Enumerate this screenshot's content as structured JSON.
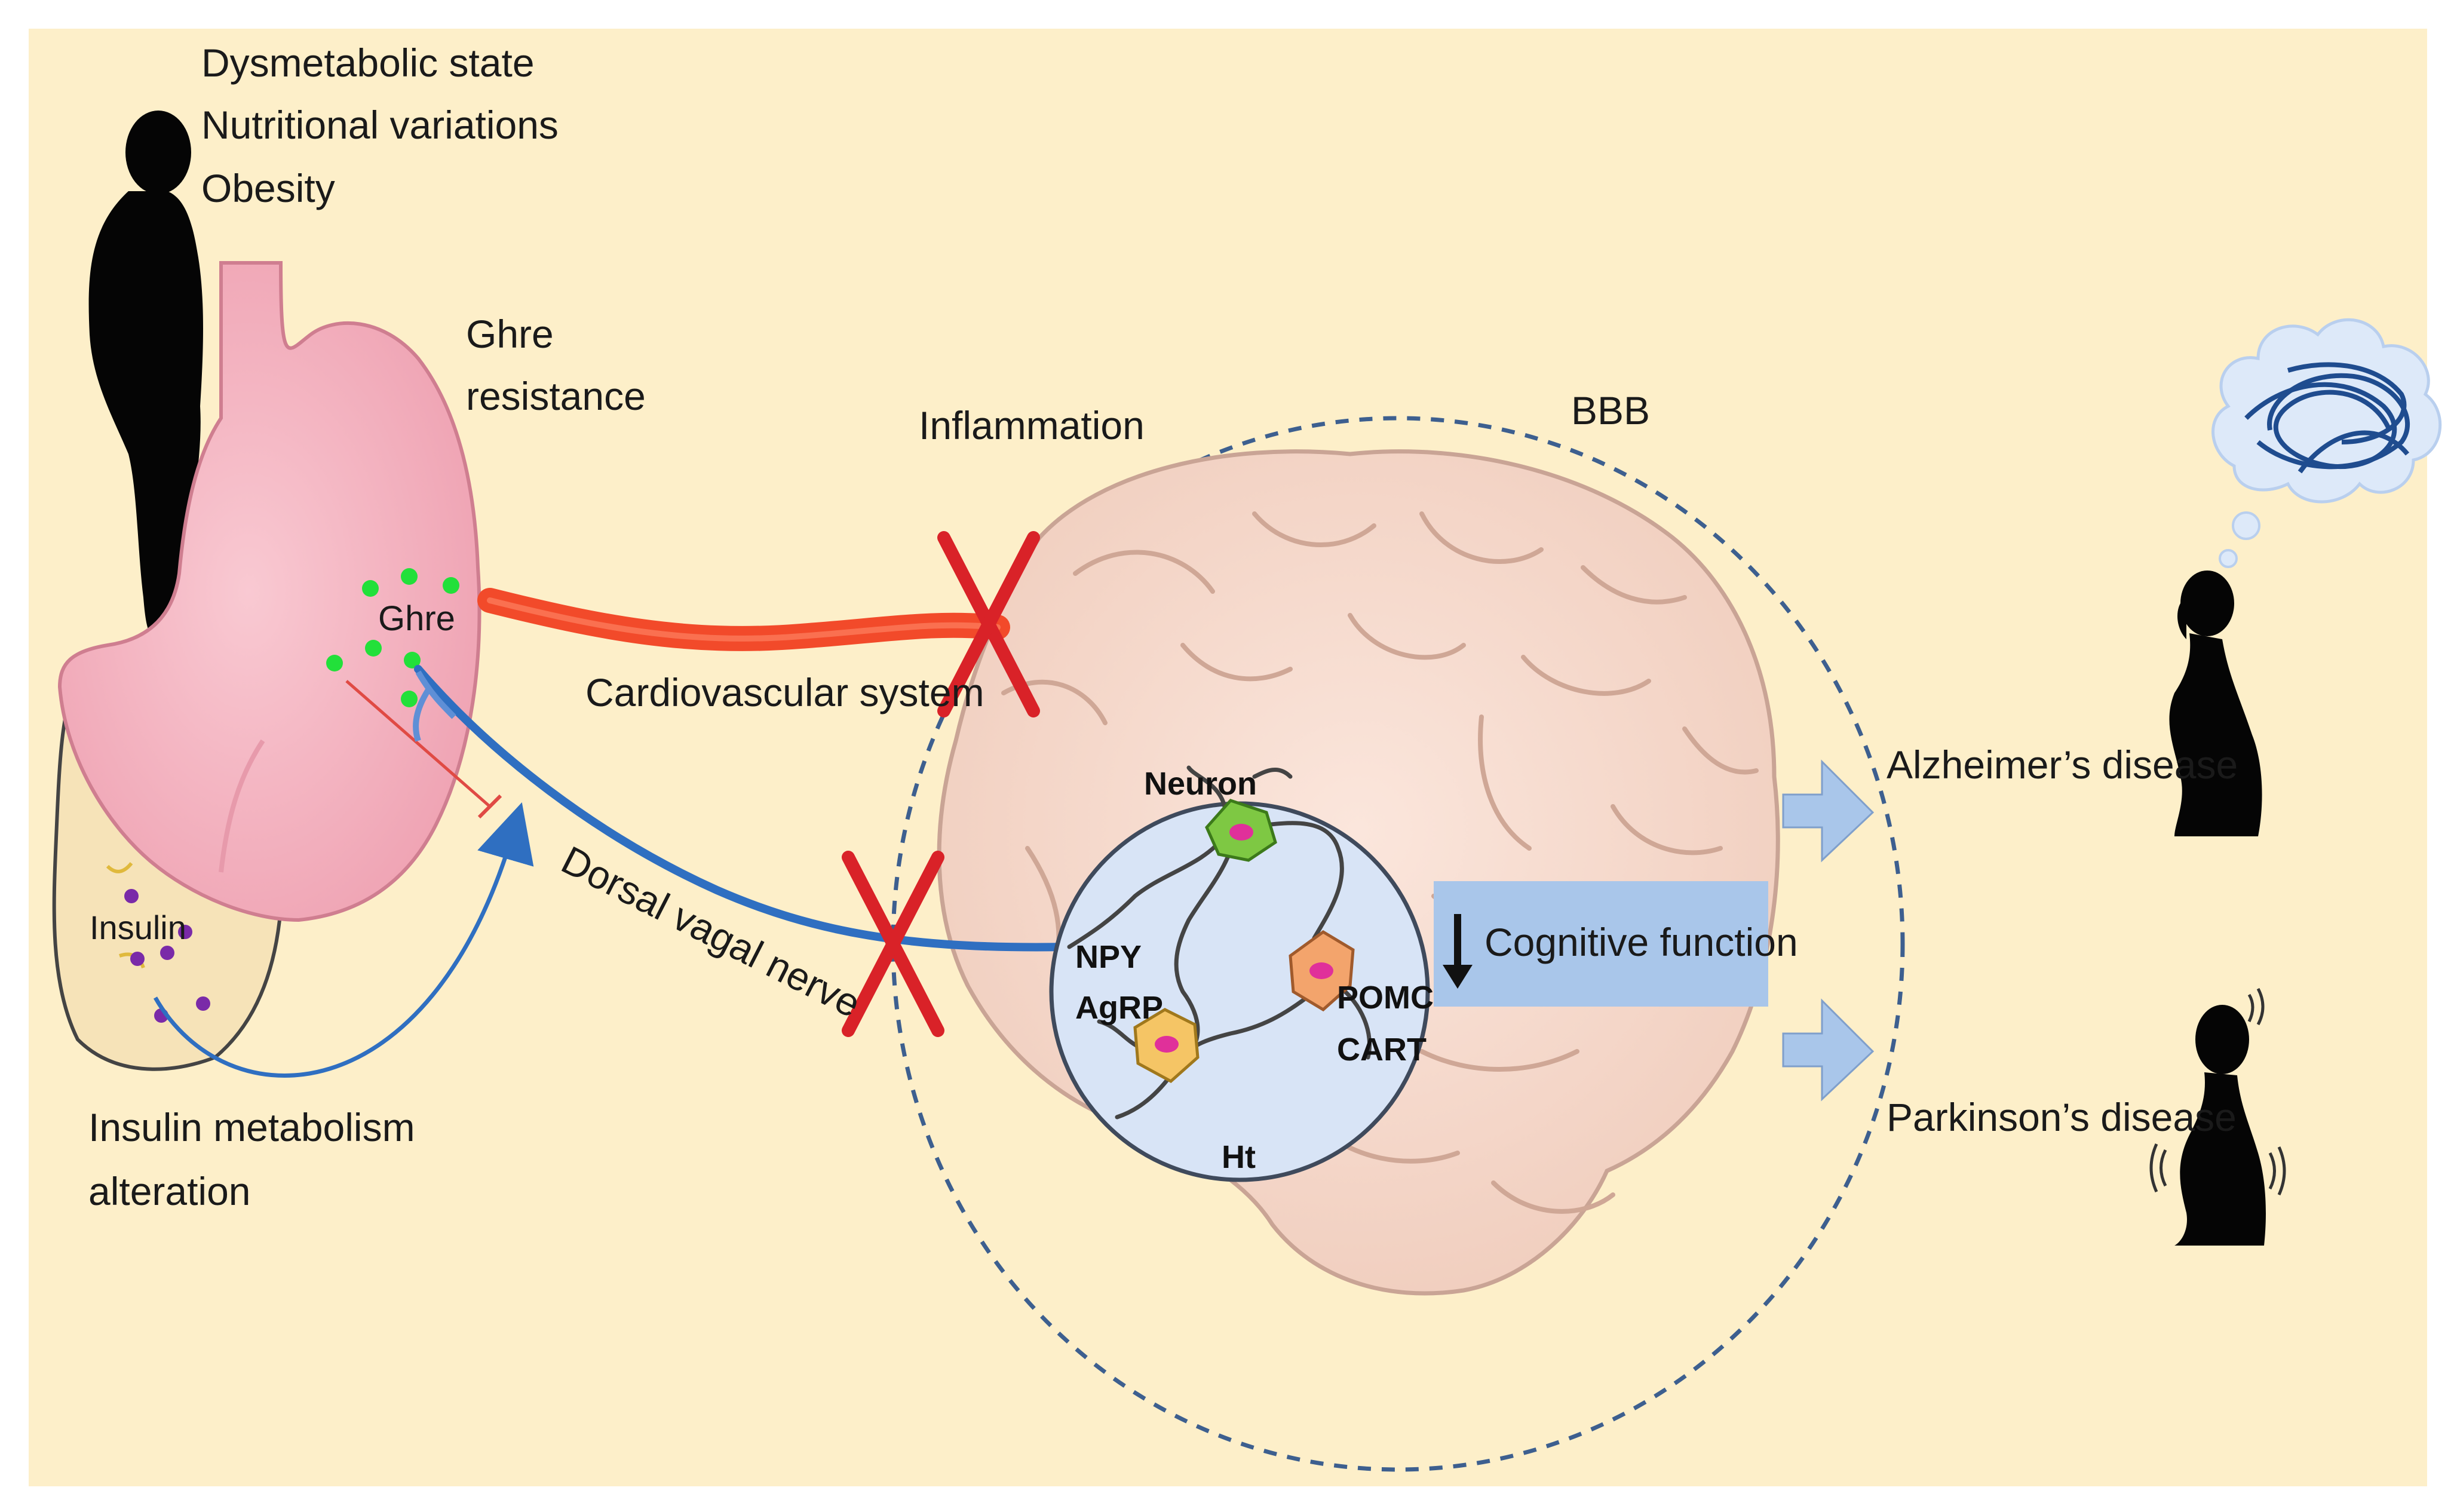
{
  "labels": {
    "dysmetabolic": "Dysmetabolic state",
    "nutritional": "Nutritional variations",
    "obesity": "Obesity",
    "ghre_resistance_1": "Ghre",
    "ghre_resistance_2": "resistance",
    "ghre": "Ghre",
    "insulin": "Insulin",
    "insulin_metabolism_1": "Insulin metabolism",
    "insulin_metabolism_2": "alteration",
    "cardiovascular": "Cardiovascular system",
    "inflammation": "Inflammation",
    "bbb": "BBB",
    "dorsal_vagal": "Dorsal vagal nerve",
    "neuron": "Neuron",
    "npy": "NPY",
    "agrp": "AgRP",
    "pomc": "POMC",
    "cart": "CART",
    "ht": "Ht",
    "cognitive": "Cognitive function",
    "alzheimers": "Alzheimer’s disease",
    "parkinsons": "Parkinson’s disease"
  },
  "colors": {
    "background": "#fdefc9",
    "stomach": "#f4b6c2",
    "brain": "#f6d9cb",
    "hypothalamus": "#d8e4f6",
    "artery": "#f24a2a",
    "nerve": "#2f6fc1",
    "cross": "#d92228",
    "ghrelin_dot": "#22e03a",
    "insulin_dot": "#7a2aa8",
    "cognitive_box": "#a9c6ea",
    "disease_arrow": "#a9c6ea"
  }
}
